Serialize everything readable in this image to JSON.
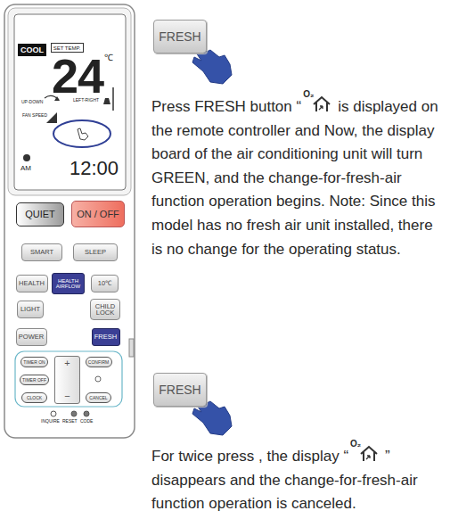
{
  "diagram": {
    "nodes": [
      {
        "text": [
          "COOL"
        ]
      },
      {
        "text": [
          "SET TEMP."
        ]
      },
      {
        "text": [
          "QUIET"
        ]
      },
      {
        "text": [
          "ON / OFF"
        ]
      },
      {
        "text": [
          "SMART"
        ]
      },
      {
        "text": [
          "SLEEP"
        ]
      },
      {
        "text": [
          "HEALTH"
        ]
      },
      {
        "text": [
          "HEALTH AIRFLOW"
        ]
      },
      {
        "text": [
          "10℃"
        ]
      },
      {
        "text": [
          "LIGHT"
        ]
      },
      {
        "text": [
          "CHILD LOCK"
        ]
      },
      {
        "text": [
          "POWER"
        ]
      },
      {
        "text": [
          "FRESH"
        ]
      },
      {
        "text": [
          "TIMER ON"
        ]
      },
      {
        "text": [
          "+",
          "−"
        ]
      },
      {
        "text": [
          "CONFIRM"
        ]
      },
      {
        "text": [
          "TIMER OFF"
        ]
      },
      {
        "text": [
          "CLOCK"
        ]
      },
      {
        "text": [
          "CANCEL"
        ]
      },
      {
        "text": [
          "FRESH"
        ]
      },
      {
        "text": [
          "FRESH"
        ]
      }
    ],
    "labels": [
      "24",
      "℃",
      "UP-DOWN",
      "LEFT-RIGHT",
      "FAN SPEED",
      "AM",
      "12:00",
      "INQUIRE",
      "RESET",
      "CODE",
      "Press FRESH button “",
      "O₂",
      "is displayed on the remote controller and Now, the display board of the air conditioning unit will turn GREEN, and the change-for-fresh-air function operation begins. Note: Since this model has no fresh air unit installed, there is no change for the operating status.",
      "For twice press , the display “",
      "O₂",
      "” disappears and the change-for-fresh-air function operation is canceled."
    ]
  }
}
